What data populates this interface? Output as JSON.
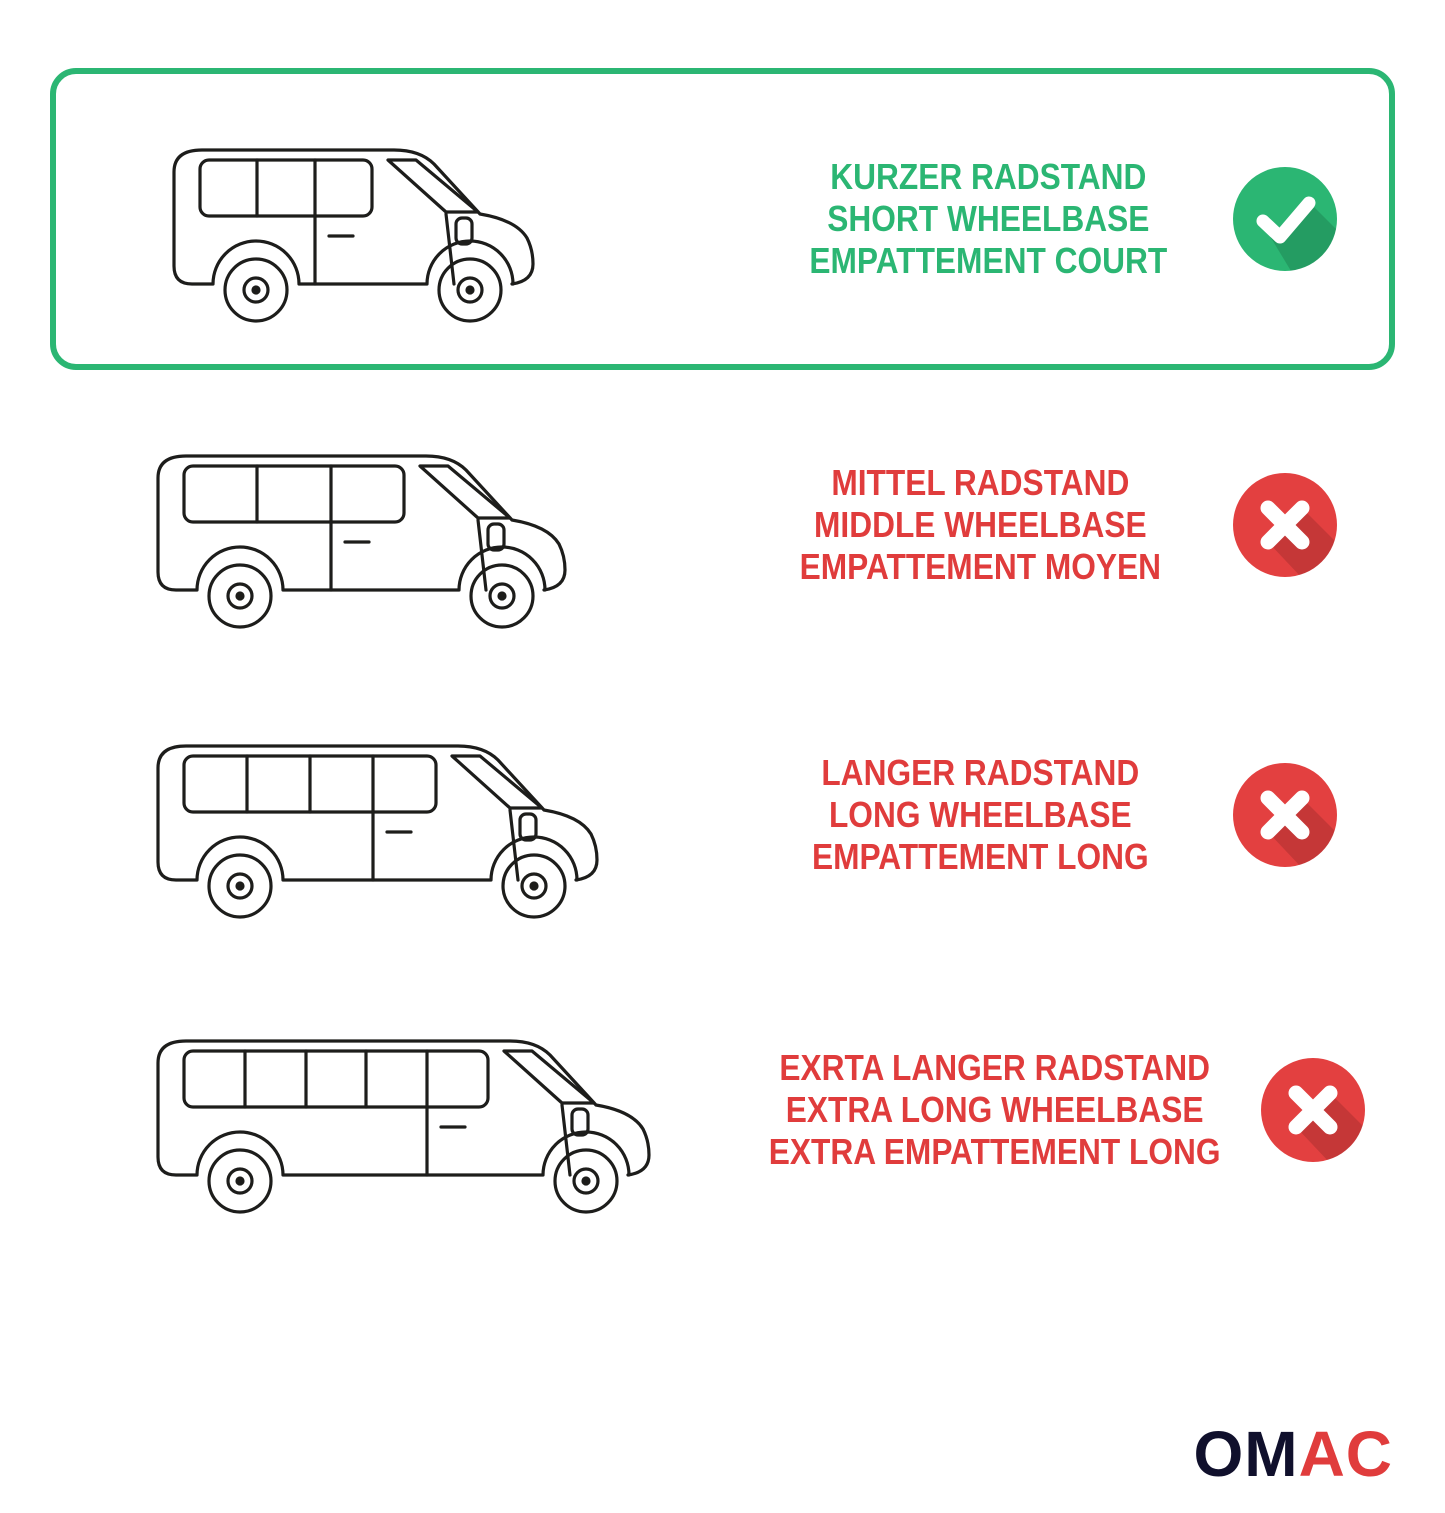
{
  "rows": [
    {
      "id": "short-wheelbase",
      "status": "approved",
      "icon": "checkmark-icon",
      "lines": [
        "KURZER RADSTAND",
        "SHORT WHEELBASE",
        "EMPATTEMENT COURT"
      ]
    },
    {
      "id": "middle-wheelbase",
      "status": "rejected",
      "icon": "cross-icon",
      "lines": [
        "MITTEL RADSTAND",
        "MIDDLE WHEELBASE",
        "EMPATTEMENT MOYEN"
      ]
    },
    {
      "id": "long-wheelbase",
      "status": "rejected",
      "icon": "cross-icon",
      "lines": [
        "LANGER RADSTAND",
        "LONG WHEELBASE",
        "EMPATTEMENT LONG"
      ]
    },
    {
      "id": "extra-long-wheelbase",
      "status": "rejected",
      "icon": "cross-icon",
      "lines": [
        "EXRTA LANGER RADSTAND",
        "EXTRA LONG WHEELBASE",
        "EXTRA EMPATTEMENT LONG"
      ]
    }
  ],
  "colors": {
    "approved_green": "#2bb673",
    "rejected_red": "#e03c3c",
    "line_art": "#1d1d1b",
    "logo_dark": "#10102c",
    "logo_red": "#e03c3c",
    "background": "#ffffff"
  },
  "logo": {
    "left": "OM",
    "right": "AC"
  }
}
